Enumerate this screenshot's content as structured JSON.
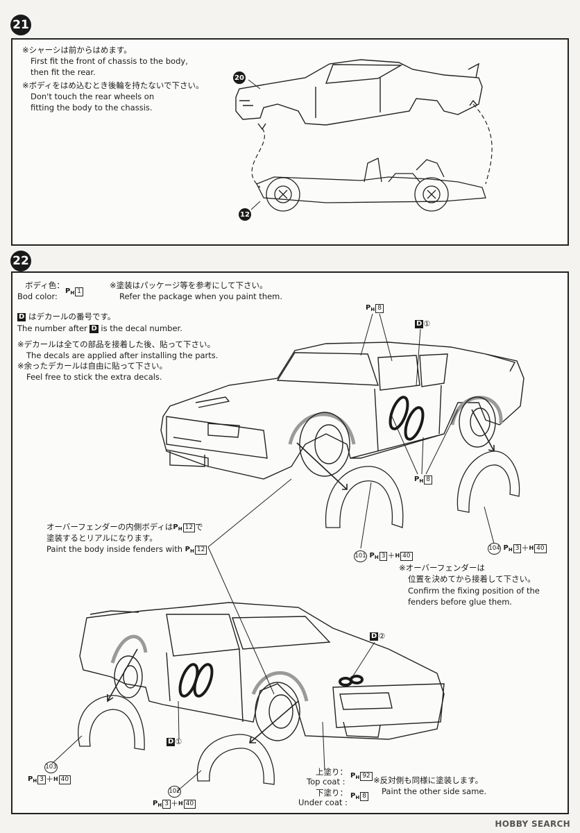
{
  "steps": [
    {
      "number": "21"
    },
    {
      "number": "22"
    }
  ],
  "step21": {
    "note1_jp": "※シャーシは前からはめます。",
    "note1_en1": "First fit the front of chassis to the body,",
    "note1_en2": "then fit the rear.",
    "note2_jp": "※ボディをはめ込むとき後輪を持たないで下さい。",
    "note2_en1": "Don't touch the rear wheels on",
    "note2_en2": "fitting the body to the chassis.",
    "body_part": "20",
    "chassis_part": "12"
  },
  "step22": {
    "body_color_jp": "ボディ色：",
    "body_color_en": "Bod color:",
    "ph_prefix": "P",
    "ph_sub": "H",
    "h_prefix": "H",
    "color_body": "1",
    "paint_note_jp": "※塗装はパッケージ等を参考にして下さい。",
    "paint_note_en": "Refer the package when you paint them.",
    "decal_mark": "D",
    "decal_note_jp": "はデカールの番号です。",
    "decal_note_en_pre": "The number after",
    "decal_note_en_post": "is the decal number.",
    "apply_note_jp": "※デカールは全ての部品を接着した後、貼って下さい。",
    "apply_note_en": "The decals are applied after installing the parts.",
    "extra_note_jp": "※余ったデカールは自由に貼って下さい。",
    "extra_note_en": "Feel free to stick the extra decals.",
    "color_window": "8",
    "decal_1": "①",
    "decal_2": "②",
    "fender_inside_jp1": "オーバーフェンダーの内側ボディは",
    "fender_inside_jp2": "で",
    "fender_inside_jp3": "塗装するとリアルになります。",
    "fender_inside_en": "Paint the body inside fenders with",
    "color_inside": "12",
    "fender_fix_jp1": "※オーバーフェンダーは",
    "fender_fix_jp2": "位置を決めてから接着して下さい。",
    "fender_fix_en1": "Confirm the fixing position of the",
    "fender_fix_en2": "fenders before glue them.",
    "parts": [
      {
        "id": "101",
        "c1": "3",
        "c2": "40"
      },
      {
        "id": "104",
        "c1": "3",
        "c2": "40"
      },
      {
        "id": "103",
        "c1": "3",
        "c2": "40"
      },
      {
        "id": "102",
        "c1": "3",
        "c2": "40"
      }
    ],
    "plus": "＋",
    "top_coat_jp": "上塗り：",
    "top_coat_en": "Top coat :",
    "top_coat_color": "92",
    "under_coat_jp": "下塗り：",
    "under_coat_en": "Under coat :",
    "under_coat_color": "8",
    "other_side_jp": "※反対側も同様に塗装します。",
    "other_side_en": "Paint the other side same."
  },
  "watermark": "HOBBY SEARCH"
}
